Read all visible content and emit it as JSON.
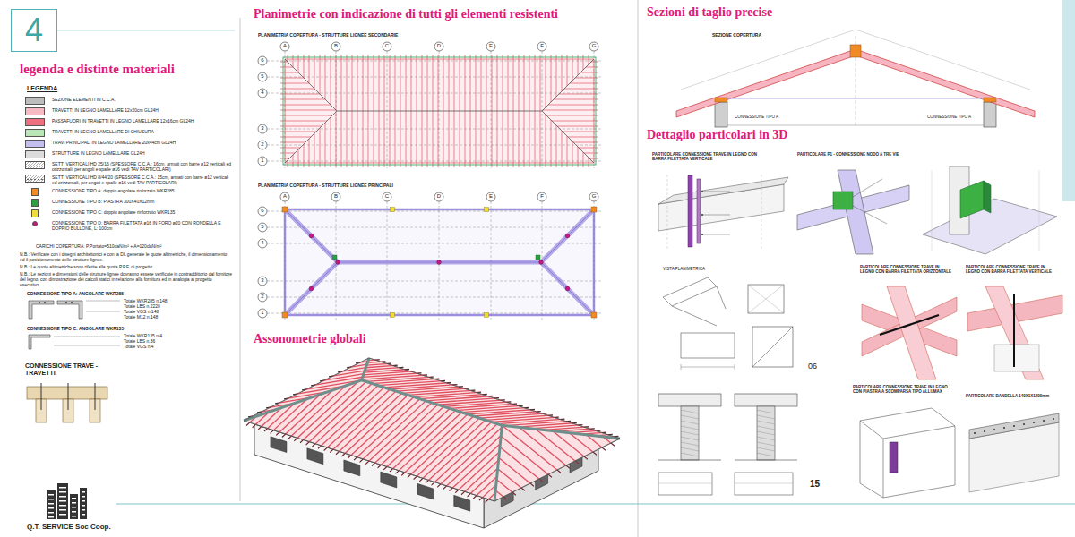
{
  "diagram": {
    "nodes": [
      {
        "text": [
          "4"
        ]
      }
    ],
    "labels": [
      "legenda e distinte materiali",
      "Planimetrie con indicazione di tutti gli elementi resistenti",
      "Assonometrie globali",
      "Sezioni di taglio precise",
      "Dettaglio particolari in 3D",
      "LEGENDA",
      "CARICHI COPERTURA: P.Portato=510daN/m² + A=120daN/m²",
      "N.B.: Verificare con i disegni architettonici e con la DL generale le quote altimetriche, il dimensionamento ed il posizionamento delle strutture lignee.",
      "N.B.: Le quote altimetriche sono riferite alla quota P.P.F. di progetto.",
      "N.B.: Le sezioni e dimensioni delle strutture lignee dovranno essere verificate in contraddittorio dal fornitore del legno, con dimostrazione dei calcoli statici in relazione alla fornitura ed in analogia al progetto esecutivo.",
      "CONNESSIONE TIPO A: ANGOLARE WKR285",
      "Totale WKR285 n.148",
      "Totale LBS n.2220",
      "Totale VGS n.148",
      "Totale M12 n.148",
      "CONNESSIONE TIPO C: ANGOLARE WKR135",
      "Totale WKR135 n.4",
      "Totale LBS n.36",
      "Totale VGS n.4",
      "CONNESSIONE TRAVE - TRAVETTI",
      "Q.T. SERVICE Soc Coop.",
      "PLANIMETRIA COPERTURA - STRUTTURE LIGNEE SECONDARIE",
      "A",
      "B",
      "C",
      "D",
      "E",
      "F",
      "G",
      "6",
      "5",
      "4",
      "3",
      "2",
      "1",
      "PLANIMETRIA COPERTURA - STRUTTURE LIGNEE PRINCIPALI",
      "A",
      "B",
      "C",
      "D",
      "E",
      "F",
      "G",
      "6",
      "5",
      "4",
      "3",
      "2",
      "1",
      "SEZIONE COPERTURA",
      "PARTICOLARE CONNESSIONE TRAVE IN LEGNO CON BARRA FILETTATA VERTICALE",
      "PARTICOLARE P1 - CONNESSIONE NODO A TRE VIE",
      "VISTA PLANIMETRICA",
      "PARTICOLARE CONNESSIONE TRAVE IN LEGNO CON BARRA FILETTATA ORIZZONTALE",
      "PARTICOLARE CONNESSIONE TRAVE IN LEGNO CON BARRA FILETTATA VERTICALE",
      "PARTICOLARE CONNESSIONE TRAVE IN LEGNO CON PIASTRA A SCOMPARSA TIPO ALLUMAX",
      "PARTICOLARE BANDELLA 140X1X1200mm",
      "06",
      "15",
      "CONNESSIONE TIPO A",
      "CONNESSIONE TIPO A"
    ],
    "legend": [
      {
        "text": "SEZIONE ELEMENTI IN C.C.A.",
        "color": "#bdbdbd"
      },
      {
        "text": "TRAVETTI IN LEGNO LAMELLARE 12x20cm GL24H",
        "color": "#f7b9c4"
      },
      {
        "text": "PASSAFUORI IN TRAVETTI IN LEGNO LAMELLARE 12x16cm GL24H",
        "color": "#ee6f7f"
      },
      {
        "text": "TRAVETTI IN LEGNO LAMELLARE DI CHIUSURA",
        "color": "#b9e4b3"
      },
      {
        "text": "TRAVI PRINCIPALI IN LEGNO LAMELLARE 20x44cm GL24H",
        "color": "#c5bff0"
      },
      {
        "text": "STRUTTURE IN LEGNO LAMELLARE GL24H",
        "color": "#dcdcdc"
      },
      {
        "text": "SETTI VERTICALI HD 25/16 (SPESSORE C.C.A.: 16cm, armati con barre ø12 verticali ed orizzontali, per angoli e spalle ø16 vedi TAV PARTICOLARI)"
      },
      {
        "text": "SETTI VERTICALI HD 8/44/20 (SPESSORE C.C.A.: 15cm, armati con barre ø12 verticali ed orizzontali, per angoli e spalle ø16 vedi TAV PARTICOLARI)"
      },
      {
        "text": "CONNESSIONE TIPO A: doppio angolare rinforzato WKR285",
        "color": "#f08a24"
      },
      {
        "text": "CONNESSIONE TIPO B: PIASTRA 300X40X12mm",
        "color": "#2ea043"
      },
      {
        "text": "CONNESSIONE TIPO C: doppio angolare rinforzato WKR135",
        "color": "#f2dc3a"
      },
      {
        "text": "CONNESSIONE TIPO D: BARRA FILETTATA ø16 IN FORO ø20 CON RONDELLA E DOPPIO BULLONE, L: 100cm",
        "color": "#c2187f"
      }
    ]
  }
}
